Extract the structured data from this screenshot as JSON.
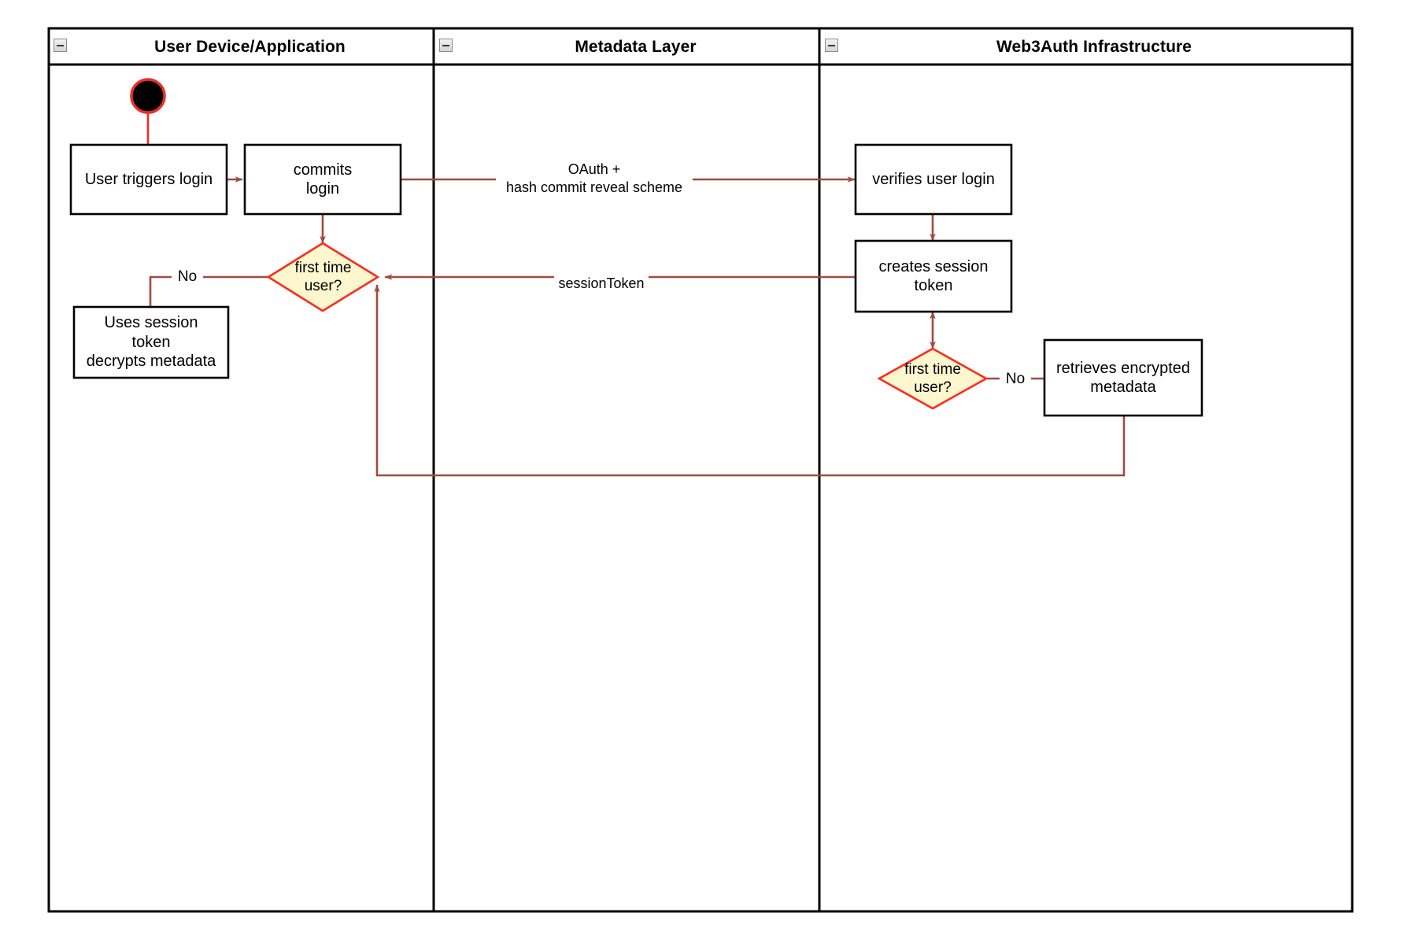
{
  "diagram": {
    "kind": "uml-activity-swimlane",
    "title": "Web3Auth login activity diagram",
    "colors": {
      "lane_border": "#000000",
      "node_border": "#000000",
      "node_fill": "#FFFFFF",
      "decision_border": "#FF2B1A",
      "decision_fill": "#FCF7CE",
      "edge": "#A14A42",
      "start_fill": "#000000",
      "start_border": "#EE2C26",
      "canvas": "#FFFFFF"
    }
  },
  "lanes": [
    {
      "id": "lane-user-device",
      "title": "User Device/Application",
      "collapse_icon": "minus-icon"
    },
    {
      "id": "lane-metadata",
      "title": "Metadata Layer",
      "collapse_icon": "minus-icon"
    },
    {
      "id": "lane-web3auth",
      "title": "Web3Auth Infrastructure",
      "collapse_icon": "minus-icon"
    }
  ],
  "nodes": [
    {
      "id": "start",
      "type": "initial-node",
      "label": ""
    },
    {
      "id": "user-triggers-login",
      "type": "action",
      "label": "User triggers login"
    },
    {
      "id": "commits-login",
      "type": "action",
      "label": "commits\nlogin"
    },
    {
      "id": "first-time-user-left",
      "type": "decision",
      "label": "first time\nuser?"
    },
    {
      "id": "uses-session-token",
      "type": "action",
      "label": "Uses session\ntoken\ndecrypts metadata"
    },
    {
      "id": "verifies-user-login",
      "type": "action",
      "label": "verifies user login"
    },
    {
      "id": "creates-session-token",
      "type": "action",
      "label": "creates session\ntoken"
    },
    {
      "id": "first-time-user-right",
      "type": "decision",
      "label": "first time\nuser?"
    },
    {
      "id": "retrieves-encrypted-metadata",
      "type": "action",
      "label": "retrieves encrypted\nmetadata"
    }
  ],
  "edges": [
    {
      "id": "edge-start-to-trigger",
      "from": "start",
      "to": "user-triggers-login",
      "label": ""
    },
    {
      "id": "edge-trigger-to-commits",
      "from": "user-triggers-login",
      "to": "commits-login",
      "label": ""
    },
    {
      "id": "edge-commits-to-verifies",
      "from": "commits-login",
      "to": "verifies-user-login",
      "label": "OAuth +\nhash commit reveal scheme"
    },
    {
      "id": "edge-commits-to-decision",
      "from": "commits-login",
      "to": "first-time-user-left",
      "label": ""
    },
    {
      "id": "edge-decision-to-session",
      "from": "first-time-user-left",
      "to": "uses-session-token",
      "label": "No"
    },
    {
      "id": "edge-verifies-to-creates",
      "from": "verifies-user-login",
      "to": "creates-session-token",
      "label": ""
    },
    {
      "id": "edge-creates-to-decision-left",
      "from": "creates-session-token",
      "to": "first-time-user-left",
      "label": "sessionToken"
    },
    {
      "id": "edge-creates-to-decision-right",
      "from": "creates-session-token",
      "to": "first-time-user-right",
      "label": ""
    },
    {
      "id": "edge-decision-right-to-retrieves",
      "from": "first-time-user-right",
      "to": "retrieves-encrypted-metadata",
      "label": "No"
    },
    {
      "id": "edge-retrieves-back-to-decision-left",
      "from": "retrieves-encrypted-metadata",
      "to": "first-time-user-left",
      "label": ""
    }
  ],
  "edge_labels": {
    "oauth_line1": "OAuth +",
    "oauth_line2": "hash commit reveal scheme",
    "session_token": "sessionToken",
    "no_left": "No",
    "no_right": "No"
  },
  "node_labels": {
    "user_triggers_login": "User triggers login",
    "commits_login_line1": "commits",
    "commits_login_line2": "login",
    "first_time_user_left_line1": "first time",
    "first_time_user_left_line2": "user?",
    "uses_session_line1": "Uses session",
    "uses_session_line2": "token",
    "uses_session_line3": "decrypts metadata",
    "verifies_user_login": "verifies user login",
    "creates_session_line1": "creates session",
    "creates_session_line2": "token",
    "first_time_user_right_line1": "first time",
    "first_time_user_right_line2": "user?",
    "retrieves_meta_line1": "retrieves encrypted",
    "retrieves_meta_line2": "metadata"
  }
}
